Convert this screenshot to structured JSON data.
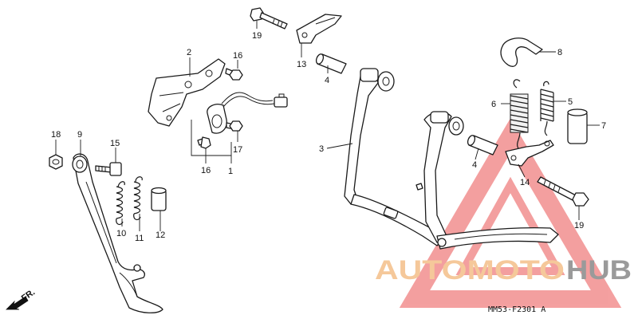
{
  "diagram": {
    "callouts": [
      {
        "id": "c1",
        "label": "1"
      },
      {
        "id": "c2",
        "label": "2"
      },
      {
        "id": "c3",
        "label": "3"
      },
      {
        "id": "c4a",
        "label": "4"
      },
      {
        "id": "c4b",
        "label": "4"
      },
      {
        "id": "c5",
        "label": "5"
      },
      {
        "id": "c6",
        "label": "6"
      },
      {
        "id": "c7",
        "label": "7"
      },
      {
        "id": "c8",
        "label": "8"
      },
      {
        "id": "c9",
        "label": "9"
      },
      {
        "id": "c10",
        "label": "10"
      },
      {
        "id": "c11",
        "label": "11"
      },
      {
        "id": "c12",
        "label": "12"
      },
      {
        "id": "c13",
        "label": "13"
      },
      {
        "id": "c14",
        "label": "14"
      },
      {
        "id": "c15",
        "label": "15"
      },
      {
        "id": "c16a",
        "label": "16"
      },
      {
        "id": "c16b",
        "label": "16"
      },
      {
        "id": "c17",
        "label": "17"
      },
      {
        "id": "c18",
        "label": "18"
      },
      {
        "id": "c19a",
        "label": "19"
      },
      {
        "id": "c19b",
        "label": "19"
      }
    ],
    "direction_label": "FR.",
    "diagram_code": "MM53-F2301 A"
  },
  "watermark": {
    "text_light": "AUTOMOTO",
    "text_dark": "HUB",
    "color_light": "#f5c89a",
    "color_dark": "#9a9a9a",
    "triangle_color": "#f08080"
  }
}
